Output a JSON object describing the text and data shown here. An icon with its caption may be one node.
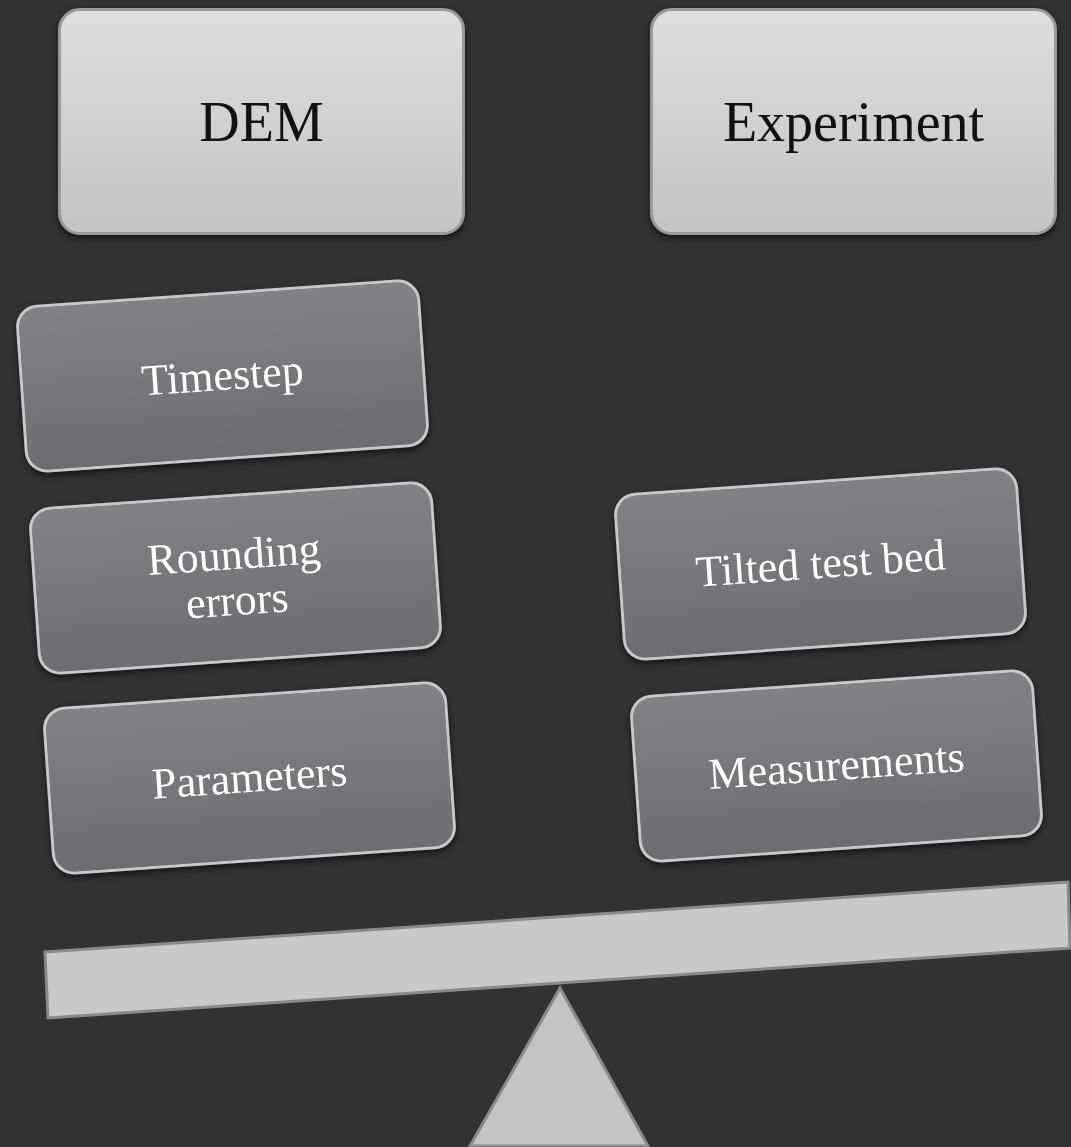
{
  "diagram": {
    "nodes": [
      {
        "text": [
          "DEM"
        ]
      },
      {
        "text": [
          "Experiment"
        ]
      },
      {
        "text": [
          "Timestep"
        ]
      },
      {
        "text": [
          "Rounding errors"
        ]
      },
      {
        "text": [
          "Parameters"
        ]
      },
      {
        "text": [
          "Tilted test bed"
        ]
      },
      {
        "text": [
          "Measurements"
        ]
      }
    ]
  }
}
